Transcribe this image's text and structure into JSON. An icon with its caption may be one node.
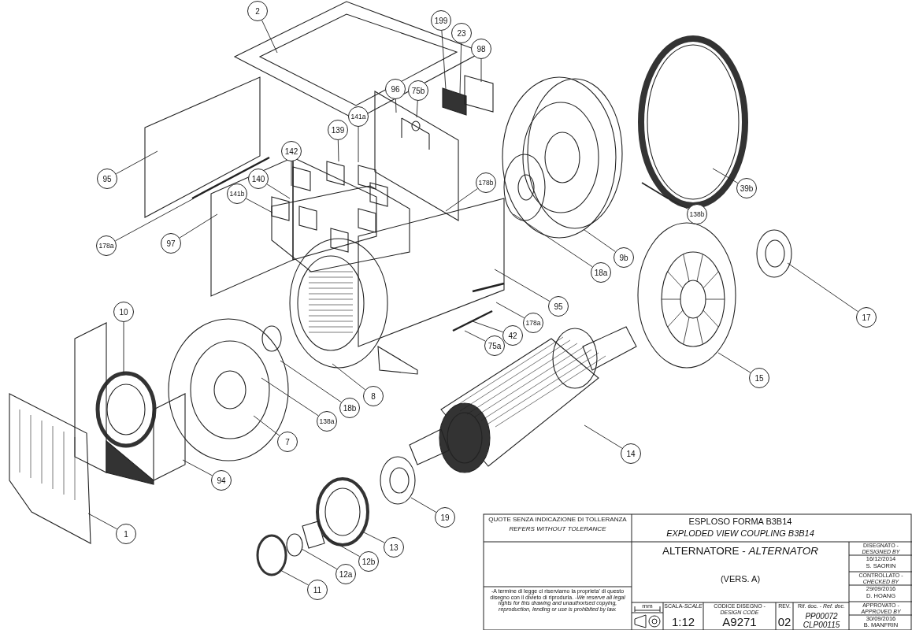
{
  "diagram": {
    "nodes": [
      {
        "text": [
          "2"
        ]
      },
      {
        "text": [
          "199"
        ]
      },
      {
        "text": [
          "23"
        ]
      },
      {
        "text": [
          "98"
        ]
      },
      {
        "text": [
          "96"
        ]
      },
      {
        "text": [
          "75b"
        ]
      },
      {
        "text": [
          "141a"
        ]
      },
      {
        "text": [
          "139"
        ]
      },
      {
        "text": [
          "142"
        ]
      },
      {
        "text": [
          "140"
        ]
      },
      {
        "text": [
          "95"
        ]
      },
      {
        "text": [
          "178b"
        ]
      },
      {
        "text": [
          "39b"
        ]
      },
      {
        "text": [
          "141b"
        ]
      },
      {
        "text": [
          "138b"
        ]
      },
      {
        "text": [
          "97"
        ]
      },
      {
        "text": [
          "178a"
        ]
      },
      {
        "text": [
          "9b"
        ]
      },
      {
        "text": [
          "18a"
        ]
      },
      {
        "text": [
          "95"
        ]
      },
      {
        "text": [
          "10"
        ]
      },
      {
        "text": [
          "17"
        ]
      },
      {
        "text": [
          "178a"
        ]
      },
      {
        "text": [
          "42"
        ]
      },
      {
        "text": [
          "75a"
        ]
      },
      {
        "text": [
          "15"
        ]
      },
      {
        "text": [
          "8"
        ]
      },
      {
        "text": [
          "18b"
        ]
      },
      {
        "text": [
          "138a"
        ]
      },
      {
        "text": [
          "7"
        ]
      },
      {
        "text": [
          "14"
        ]
      },
      {
        "text": [
          "94"
        ]
      },
      {
        "text": [
          "19"
        ]
      },
      {
        "text": [
          "1"
        ]
      },
      {
        "text": [
          "13"
        ]
      },
      {
        "text": [
          "12b"
        ]
      },
      {
        "text": [
          "12a"
        ]
      },
      {
        "text": [
          "11"
        ]
      }
    ],
    "edges": [
      {
        "from": 0,
        "to": null,
        "arrow": "none"
      },
      {
        "from": 1,
        "to": null,
        "arrow": "none"
      },
      {
        "from": 2,
        "to": null,
        "arrow": "none"
      },
      {
        "from": 3,
        "to": null,
        "arrow": "none"
      },
      {
        "from": 4,
        "to": null,
        "arrow": "none"
      },
      {
        "from": 5,
        "to": null,
        "arrow": "none"
      },
      {
        "from": 6,
        "to": null,
        "arrow": "none"
      },
      {
        "from": 7,
        "to": null,
        "arrow": "none"
      },
      {
        "from": 8,
        "to": null,
        "arrow": "none"
      },
      {
        "from": 9,
        "to": null,
        "arrow": "none"
      },
      {
        "from": 10,
        "to": null,
        "arrow": "none"
      },
      {
        "from": 11,
        "to": null,
        "arrow": "none"
      },
      {
        "from": 12,
        "to": null,
        "arrow": "none"
      },
      {
        "from": 13,
        "to": null,
        "arrow": "none"
      },
      {
        "from": 14,
        "to": null,
        "arrow": "none"
      },
      {
        "from": 15,
        "to": null,
        "arrow": "none"
      },
      {
        "from": 16,
        "to": null,
        "arrow": "none"
      },
      {
        "from": 17,
        "to": null,
        "arrow": "none"
      },
      {
        "from": 18,
        "to": null,
        "arrow": "none"
      },
      {
        "from": 19,
        "to": null,
        "arrow": "none"
      },
      {
        "from": 20,
        "to": null,
        "arrow": "none"
      },
      {
        "from": 21,
        "to": null,
        "arrow": "none"
      },
      {
        "from": 22,
        "to": null,
        "arrow": "none"
      },
      {
        "from": 23,
        "to": null,
        "arrow": "none"
      },
      {
        "from": 24,
        "to": null,
        "arrow": "none"
      },
      {
        "from": 25,
        "to": null,
        "arrow": "none"
      },
      {
        "from": 26,
        "to": null,
        "arrow": "none"
      },
      {
        "from": 27,
        "to": null,
        "arrow": "none"
      },
      {
        "from": 28,
        "to": null,
        "arrow": "none"
      },
      {
        "from": 29,
        "to": null,
        "arrow": "none"
      },
      {
        "from": 30,
        "to": null,
        "arrow": "none"
      },
      {
        "from": 31,
        "to": null,
        "arrow": "none"
      },
      {
        "from": 32,
        "to": null,
        "arrow": "none"
      },
      {
        "from": 33,
        "to": null,
        "arrow": "none"
      },
      {
        "from": 34,
        "to": null,
        "arrow": "none"
      },
      {
        "from": 35,
        "to": null,
        "arrow": "none"
      },
      {
        "from": 36,
        "to": null,
        "arrow": "none"
      },
      {
        "from": 37,
        "to": null,
        "arrow": "none"
      }
    ],
    "labels": [
      "QUOTE SENZA INDICAZIONE DI TOLLERANZA",
      "REFERS WITHOUT TOLERANCE",
      "ESPLOSO FORMA B3B14",
      "EXPLODED VIEW COUPLING B3B14",
      "ALTERNATORE - *ALTERNATOR*",
      "(VERS. A)",
      "DISEGNATO - *DESIGNED BY*",
      "16/12/2014",
      "S. SAORIN",
      "CONTROLLATO - *CHECKED BY*",
      "29/09/2016",
      "D. HOANG",
      "-A termine di legge ci riserviamo la proprieta' di questo disegno con il divieto di riprodurla. *-We reserve all legal rights for this drawing and unauthorised copying, reproduction, lending or use is prohibited by law.*",
      "mm",
      "SCALA-*SCALE*",
      "1:12",
      "CODICE DISEGNO - *DESIGN CODE*",
      "A9271",
      "REV.",
      "02",
      "Rif. doc. - *Ref. doc.*",
      "PP00072",
      "CLP00115",
      "APPROVATO - *APPROVED BY*",
      "30/09/2016",
      "B. MANFRIN"
    ]
  }
}
